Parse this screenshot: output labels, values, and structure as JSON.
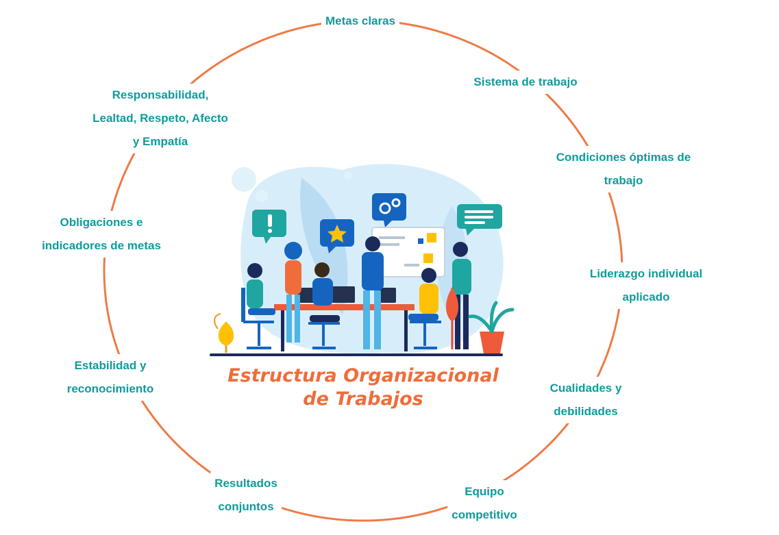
{
  "colors": {
    "ring": "#ee7a45",
    "label": "#0f9b9b",
    "title": "#ee6d3b",
    "blob": "#d7eefa",
    "bubble": "#1fa6a0"
  },
  "center_title": {
    "line1": "Estructura Organizacional",
    "line2": "de Trabajos"
  },
  "icons": [
    "exclamation-bubble-icon",
    "star-bubble-icon",
    "gears-bubble-icon",
    "chat-lines-bubble-icon"
  ],
  "nodes": [
    {
      "id": "metas-claras",
      "lines": [
        "Metas claras"
      ]
    },
    {
      "id": "sistema-trabajo",
      "lines": [
        "Sistema de trabajo"
      ]
    },
    {
      "id": "condiciones",
      "lines": [
        "Condiciones óptimas de",
        "trabajo"
      ]
    },
    {
      "id": "liderazgo",
      "lines": [
        "Liderazgo individual",
        "aplicado"
      ]
    },
    {
      "id": "cualidades",
      "lines": [
        "Cualidades y",
        "debilidades"
      ]
    },
    {
      "id": "equipo",
      "lines": [
        "Equipo",
        "competitivo"
      ]
    },
    {
      "id": "resultados",
      "lines": [
        "Resultados",
        "conjuntos"
      ]
    },
    {
      "id": "estabilidad",
      "lines": [
        "Estabilidad y",
        "reconocimiento"
      ]
    },
    {
      "id": "obligaciones",
      "lines": [
        "Obligaciones e",
        "indicadores de metas"
      ]
    },
    {
      "id": "responsabilidad",
      "lines": [
        "Responsabilidad,",
        "Lealtad, Respeto, Afecto",
        "y Empatía"
      ]
    }
  ]
}
